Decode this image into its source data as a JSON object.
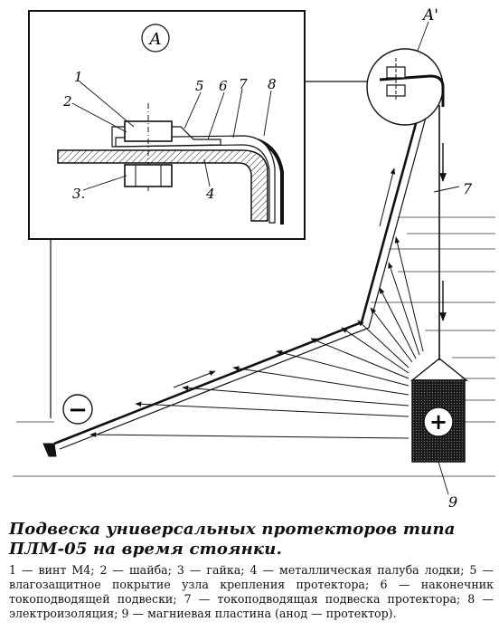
{
  "diagram": {
    "callout_letter": "A",
    "callout_letter_marked": "A'",
    "polarity_negative": "−",
    "polarity_positive": "+",
    "labels": {
      "n1": "1",
      "n2": "2",
      "n3": "3.",
      "n4": "4",
      "n5": "5",
      "n6": "6",
      "n7": "7",
      "n8": "8",
      "n7_main": "7",
      "n9": "9"
    }
  },
  "caption": {
    "title": "Подвеска универсальных протекторов типа ПЛМ-05 на время стоянки.",
    "legend": "1 — винт М4; 2 — шайба; 3 — гайка; 4 — металлическая палуба лодки; 5 — влагозащитное покрытие узла крепления протектора; 6 — наконечник токоподводящей подвески; 7 — токоподводящая подвеска протектора; 8 — электроизоляция; 9 — магниевая пластина (анод — протектор)."
  }
}
